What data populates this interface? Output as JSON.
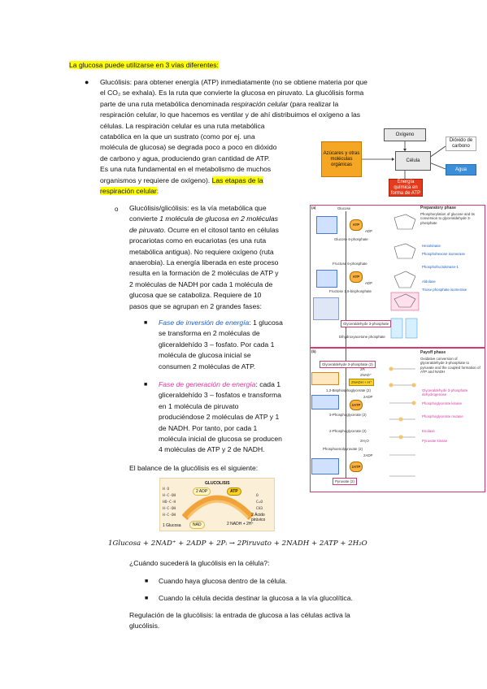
{
  "heading": "La glucosa puede utilizarse en 3 vías diferentes:",
  "bullet1": {
    "lines_full": [
      "Glucólisis: para obtener energía (ATP) inmediatamente (no se obtiene materia por que",
      "el CO₂ se exhala). Es la ruta que convierte la glucosa en piruvato. La glucólisis forma",
      "parte de una ruta metabólica denominada ",
      "respiración celular, lo que hacemos es ventilar y de ahí distribuimos el oxígeno a las",
      "células. La respiración celular es una ruta metabólica"
    ],
    "italic_term": "respiración celular",
    "after_italic": " (para realizar la",
    "lines_narrow": [
      "catabólica en la que un sustrato (como por ej. una",
      "molécula de glucosa) se degrada poco a poco en dióxido",
      "de carbono y agua, produciendo gran cantidad de ATP.",
      "Es una ruta fundamental en el metabolismo de muchos",
      "organismos y requiere de oxígeno). "
    ],
    "highlight_1": "Las etapas de la",
    "highlight_2": "respiración celular",
    "colon": ":"
  },
  "sub": {
    "l1": "Glucólisis/glicólisis: es la vía metabólica que",
    "l2a": "convierte ",
    "l2b": "1 molécula de glucosa en 2 moléculas",
    "l3a": "de piruvato",
    "l3b": ". Ocurre en el citosol tanto en células",
    "l4": "procariotas como en eucariotas (es una ruta",
    "l5": "metabólica antigua). No requiere oxígeno (ruta",
    "l6": "anaerobia). La energía liberada en este proceso",
    "l7": "resulta en la formación de 2 moléculas de ATP y",
    "l8": "2 moléculas de NADH por cada 1 molécula de",
    "l9": "glucosa que se cataboliza. Requiere de 10",
    "l10": "pasos que se agrupan en 2 grandes fases:"
  },
  "phase1": {
    "title": "Fase de inversión de energía",
    "lines": [
      ": 1 glucosa",
      "se transforma en 2 moléculas de",
      "gliceraldehído 3 – fosfato. Por cada 1",
      "molécula de glucosa inicial se",
      "consumen 2 moléculas de ATP."
    ]
  },
  "phase2": {
    "title": "Fase de generación de energía",
    "lines": [
      ": cada 1",
      "gliceraldehído 3 – fosfatos e transforma",
      "en 1 molécula de piruvato",
      "produciéndose 2 moléculas de ATP y 1",
      "de NADH. Por tanto, por cada 1",
      "molécula inicial de glucosa se producen",
      "4 moléculas de ATP y 2 de NADH."
    ]
  },
  "balance": "El balance de la glucólisis es el siguiente:",
  "equation": "1Glucosa + 2NAD⁺ + 2ADP + 2Pᵢ → 2Piruvato + 2NADH + 2ATP + 2H₂O",
  "question": "¿Cuándo sucederá la glucólisis en la célula?:",
  "when": [
    "Cuando haya glucosa dentro de la célula.",
    "Cuando la célula decida destinar la glucosa a la vía glucolítica."
  ],
  "regulation": [
    "Regulación de la glucólisis: la entrada de glucosa a las células activa la",
    "glucólisis."
  ],
  "cell_diagram": {
    "oxygen": "Oxígeno",
    "food": "Azúcares y otras moléculas orgánicas",
    "cell": "Célula",
    "co2": "Dióxido de carbono",
    "water": "Agua",
    "energy": "Energía química en forma de ATP"
  },
  "glycolysis_card": {
    "label": "GLUCOLISIS",
    "adp": "2 ADP",
    "atp": "ATP",
    "nad": "NAD",
    "nadh": "2 NADH + 2H⁺",
    "glucose": "1 Glucosa",
    "pyruvate": "2 Ácido pirúvico"
  },
  "pathway": {
    "panel_a": "(a)",
    "panel_b": "(b)",
    "prep_title": "Preparatory phase",
    "prep_desc": "Phosphorylation of glucose and its conversion to glyceraldehyde 3-phosphate",
    "payoff_title": "Payoff phase",
    "payoff_desc": "Oxidative conversion of glyceraldehyde 3-phosphate to pyruvate and the coupled formation of ATP and NADH",
    "metabolites": [
      "Glucose",
      "Glucose 6-phosphate",
      "Fructose 6-phosphate",
      "Fructose 1,6-bisphosphate",
      "Glyceraldehyde 3-phosphate",
      "Dihydroxyacetone phosphate",
      "Glyceraldehyde 3-phosphate (2)",
      "1,3-Bisphosphoglycerate (2)",
      "3-Phosphoglycerate (2)",
      "2-Phosphoglycerate (2)",
      "Phosphoenolpyruvate (2)",
      "Pyruvate (2)"
    ],
    "enzymes_a": [
      "Hexokinase",
      "Phosphohexose isomerase",
      "Phosphofructokinase-1",
      "Aldolase",
      "Triose phosphate isomerase"
    ],
    "enzymes_b": [
      "Glyceraldehyde 3-phosphate dehydrogenase",
      "Phosphoglycerate kinase",
      "Phosphoglycerate mutase",
      "Enolase",
      "Pyruvate kinase"
    ],
    "atp": "ATP",
    "adp": "ADP",
    "nadh": "2NADH + H⁺",
    "two_atp": "2ATP",
    "two_adp": "2ADP",
    "two_pi": "2Pᵢ",
    "two_nad": "2NAD⁺",
    "two_h2o": "2H₂O"
  },
  "colors": {
    "highlight": "#ffff00",
    "phase1": "#1f5fbf",
    "phase2": "#d63aa0",
    "panel_border": "#d63a6a",
    "orange": "#f5a623",
    "blue_box": "#3a8fd8"
  }
}
